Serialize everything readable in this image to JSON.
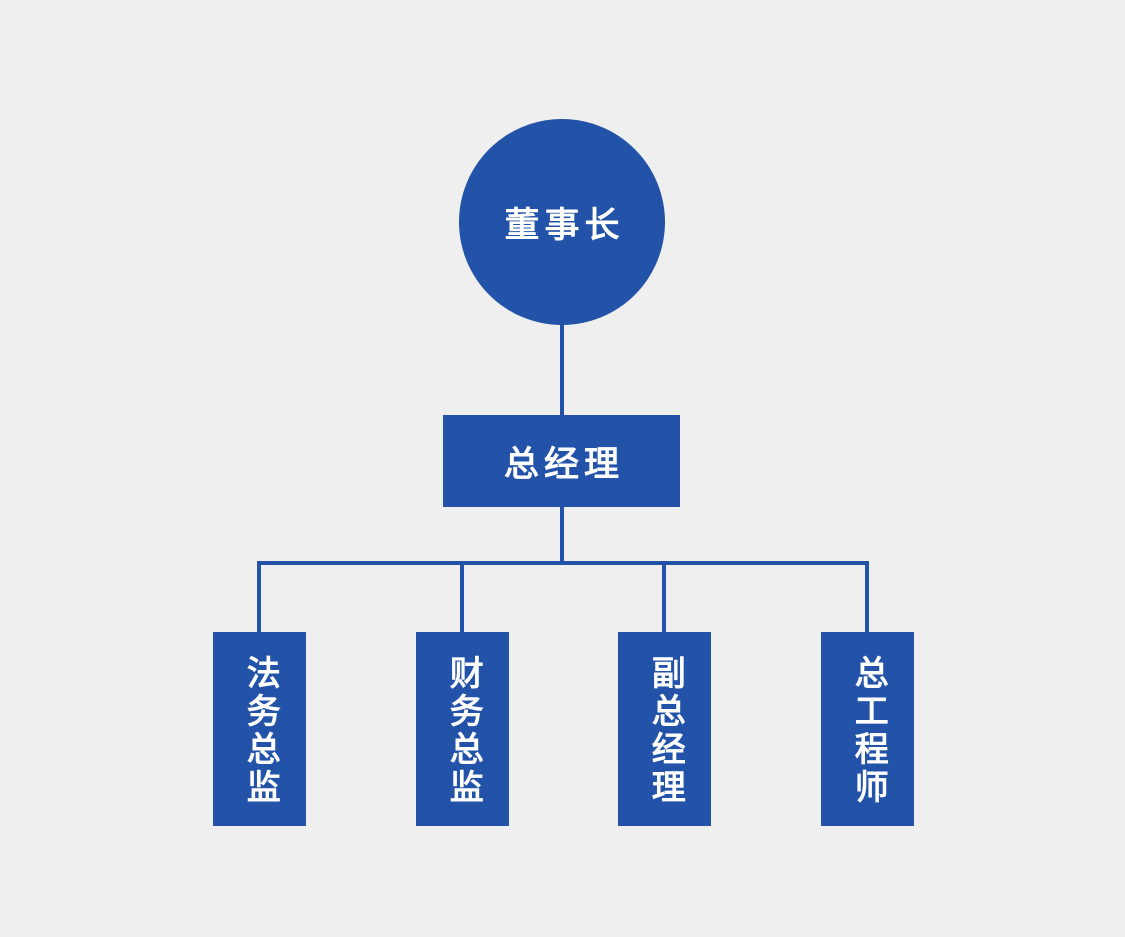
{
  "colors": {
    "background": "#efefef",
    "node_fill": "#2353a8",
    "connector": "#2353a8",
    "label_text": "#ffffff"
  },
  "diagram": {
    "type": "org-chart",
    "nodes": [
      {
        "id": "chairman",
        "label": "董事长",
        "shape": "circle",
        "level": 1
      },
      {
        "id": "general-manager",
        "label": "总经理",
        "shape": "rectangle",
        "level": 2
      },
      {
        "id": "legal-director",
        "label": "法务总监",
        "shape": "vertical-rectangle",
        "level": 3
      },
      {
        "id": "finance-director",
        "label": "财务总监",
        "shape": "vertical-rectangle",
        "level": 3
      },
      {
        "id": "deputy-general-manager",
        "label": "副总经理",
        "shape": "vertical-rectangle",
        "level": 3
      },
      {
        "id": "chief-engineer",
        "label": "总工程师",
        "shape": "vertical-rectangle",
        "level": 3
      }
    ],
    "edges": [
      {
        "from": "chairman",
        "to": "general-manager"
      },
      {
        "from": "general-manager",
        "to": "legal-director"
      },
      {
        "from": "general-manager",
        "to": "finance-director"
      },
      {
        "from": "general-manager",
        "to": "deputy-general-manager"
      },
      {
        "from": "general-manager",
        "to": "chief-engineer"
      }
    ]
  }
}
